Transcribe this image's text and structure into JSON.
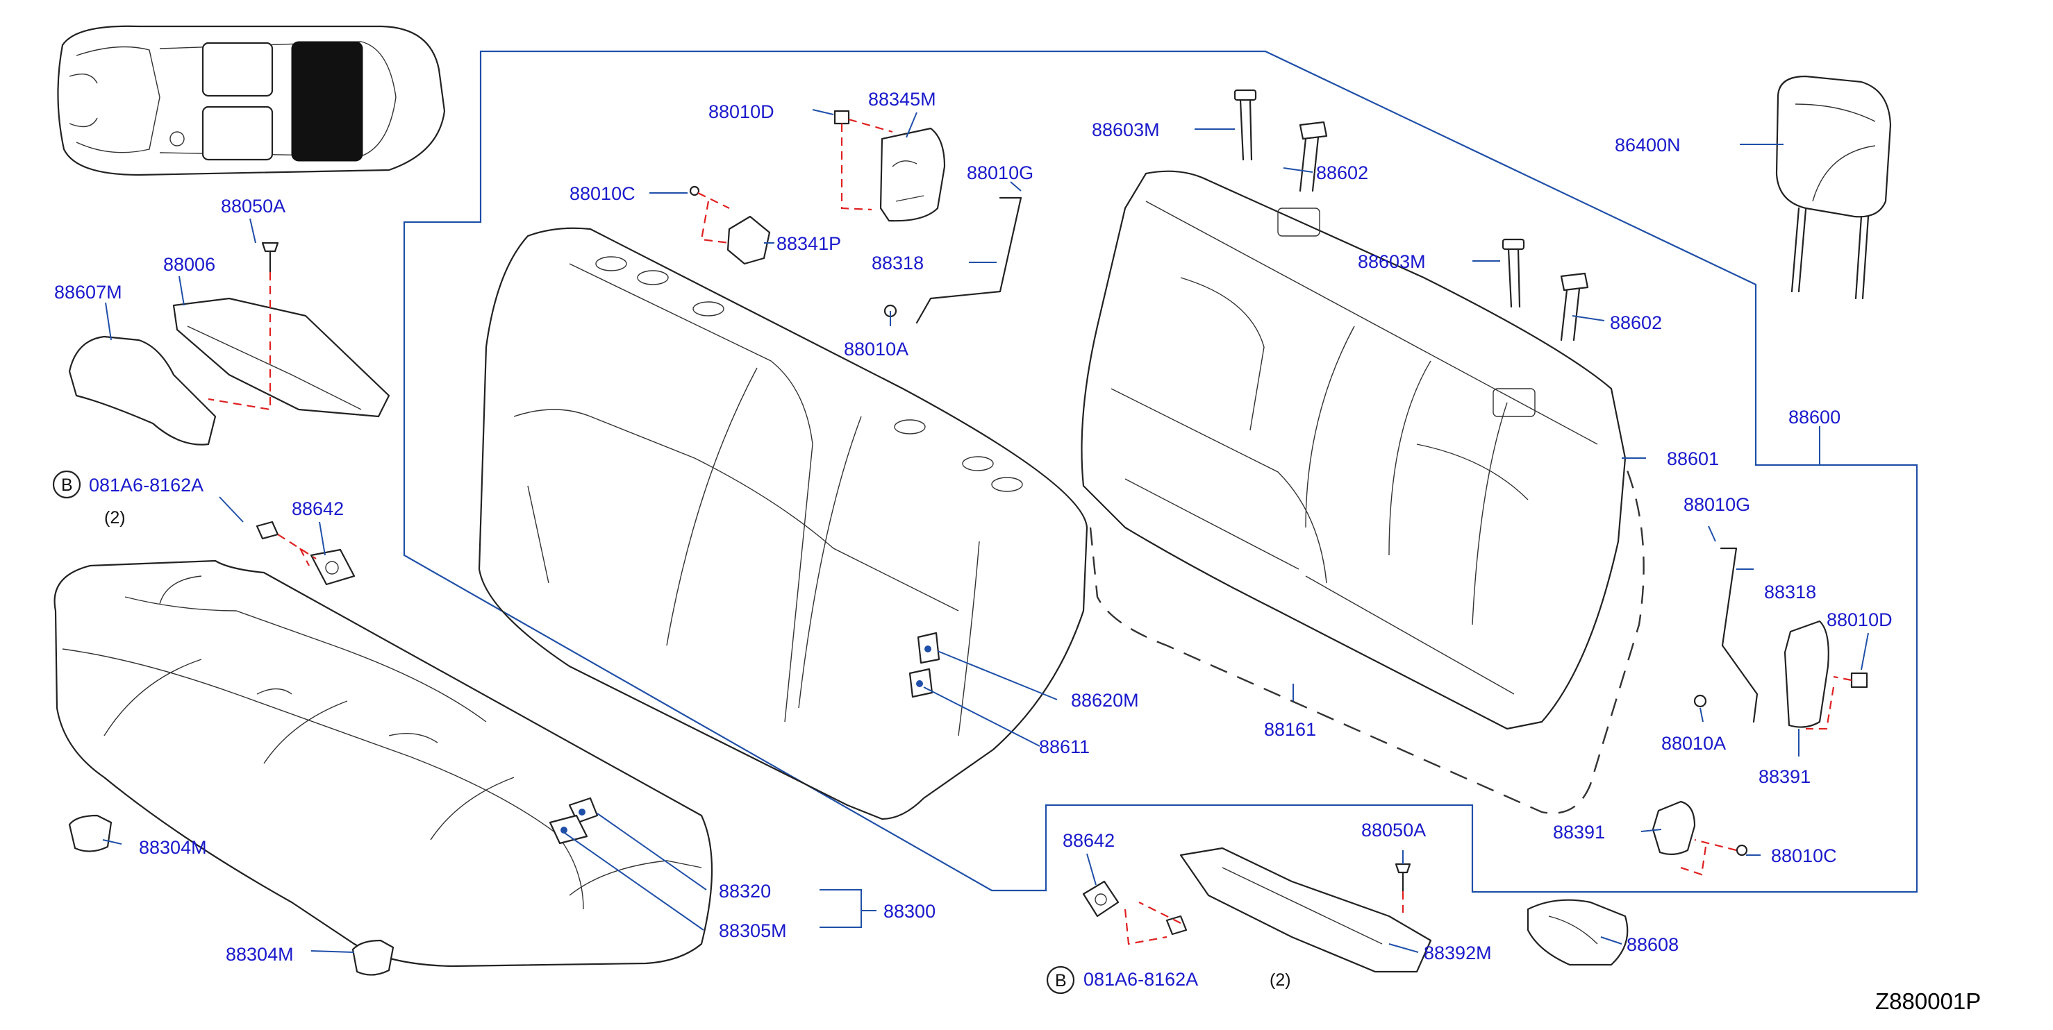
{
  "diagram_code": "Z880001P",
  "labels": {
    "p88010D_top": "88010D",
    "p88345M": "88345M",
    "p88603M_top": "88603M",
    "p88602_top": "88602",
    "p86400N": "86400N",
    "p88010C_top": "88010C",
    "p88010G_top": "88010G",
    "p88341P": "88341P",
    "p88318_top": "88318",
    "p88010A_top": "88010A",
    "p88603M_mid": "88603M",
    "p88602_mid": "88602",
    "p88050A_top": "88050A",
    "p88006": "88006",
    "p88607M": "88607M",
    "p081A6_top": "081A6-8162A",
    "qty_top": "(2)",
    "p88642_top": "88642",
    "p88600": "88600",
    "p88601": "88601",
    "p88010G_right": "88010G",
    "p88318_right": "88318",
    "p88010D_right": "88010D",
    "p88620M": "88620M",
    "p88611": "88611",
    "p88161": "88161",
    "p88010A_right": "88010A",
    "p88391_right": "88391",
    "p88391_low": "88391",
    "p88010C_low": "88010C",
    "p88304M_a": "88304M",
    "p88320": "88320",
    "p88300": "88300",
    "p88305M": "88305M",
    "p88304M_b": "88304M",
    "p88642_low": "88642",
    "p88050A_low": "88050A",
    "p88392M": "88392M",
    "p081A6_low": "081A6-8162A",
    "qty_low": "(2)",
    "p88608": "88608"
  },
  "badges": {
    "bolt_top": "B",
    "bolt_low": "B"
  },
  "colors": {
    "label": "#1a1acc",
    "leader": "#1f4fa8",
    "alignment": "#e02020",
    "line": "#222222"
  }
}
